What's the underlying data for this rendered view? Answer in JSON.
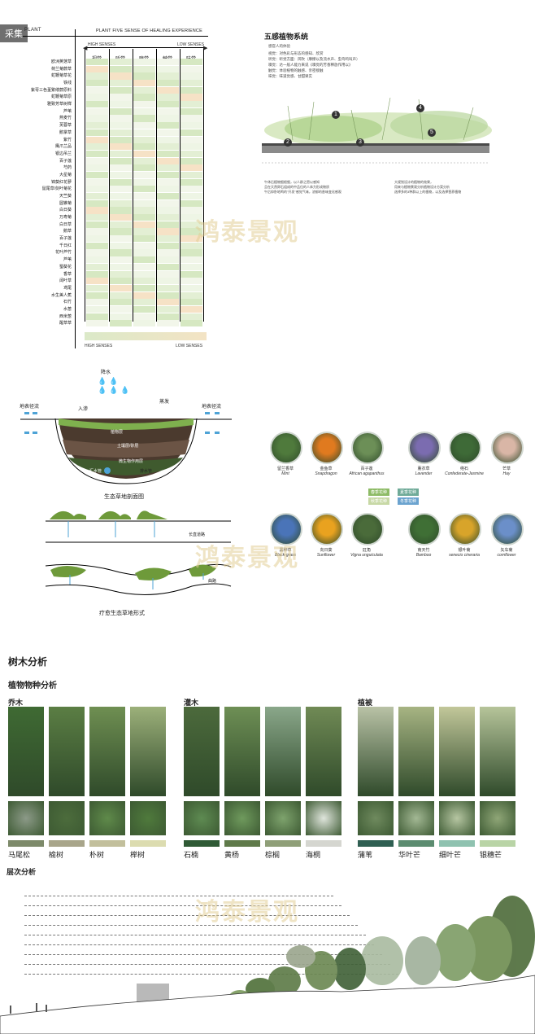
{
  "corner_tag": "采集",
  "matrix": {
    "plant_header": "PLANT",
    "title": "PLANT FIVE SENSE OF HEALING EXPERIENCE",
    "high_top": "HIGH SENSES",
    "low_top": "LOW SENSES",
    "high_bottom": "HIGH SENSES",
    "low_bottom": "LOW SENSES",
    "columns": [
      "视觉",
      "听觉",
      "嗅觉",
      "触觉",
      "味觉"
    ],
    "plants": [
      "欧洲荚蒾草",
      "荷兰菊蕨草",
      "蛇鞭菊草花",
      "铁线",
      "紫萼三色堇繁缕蕨原料",
      "蛇鞭菊草原",
      "雅致芳草树榉",
      "芦苇",
      "燕麦竹",
      "芙蓉草",
      "鹅掌草",
      "紫竹",
      "鹰爪兰品",
      "银边吊兰",
      "百子莲",
      "芍药",
      "大星菊",
      "锦葵红花蓼",
      "鼠尾草/剑叶菊花",
      "天竺葵",
      "圆锥菊",
      "白日葵",
      "万寿菊",
      "白日草",
      "鹅草",
      "百子莲",
      "千日红",
      "花叶芦竹",
      "芦苇",
      "蜀葵花",
      "香草",
      "阔叶草",
      "鸢尾",
      "水生美人蕉",
      "石竹",
      "水葱",
      "西米葱",
      "醒草草"
    ]
  },
  "sense_panel": {
    "title": "五感植物系统",
    "subtitle": "感官人的体验",
    "lines": [
      "视觉：对色彩与形态的感知、欣赏",
      "听觉：听觉方面：风吹（摩擦以及流水声、虫鸟鸣叫声）",
      "嗅觉：达一般人能力来说《嗅觉的芳香释放作用以》",
      "触觉：体验植物的触感、亲密接触",
      "味觉：味道觉感、甘甜果实"
    ],
    "callouts": [
      "1",
      "2",
      "3",
      "4",
      "5"
    ],
    "notes_left": [
      "午休后植物细根细，以人群之密以感知",
      "且在天然卵石组成的中品位的人体力形成物质",
      "午后仰卧地鸣的\"开发\"感觉气味，浓郁的香味变化感观"
    ],
    "notes_right": [
      "大规划设计的植物的效果，",
      "用来与植物景观分析植物设计方案分析",
      "选择多的3种群以上的植物，以及选择营养植物"
    ]
  },
  "swale": {
    "rain": "降水",
    "surface_left": "地表径流",
    "surface_right": "地表径流",
    "infiltration": "入渗",
    "evaporation": "蒸发",
    "layer1": "植物层",
    "layer2": "土壤层/砂层",
    "layer3": "微生物作用层",
    "drain": "汇水管",
    "drain_right": "排水管",
    "title": "生态草地剖面图",
    "road_label": "长直道路",
    "path_label": "曲路",
    "form_title": "疗愈生态草地形式"
  },
  "plants_circle": {
    "row1": [
      {
        "cn": "留兰香草",
        "en": "Mint",
        "color": "#4f7a3c"
      },
      {
        "cn": "金鱼草",
        "en": "Snapdragon",
        "color": "#e07a1f"
      },
      {
        "cn": "百子莲",
        "en": "African agapanthus",
        "color": "#6c8f57"
      },
      {
        "cn": "薰衣草",
        "en": "Lavender",
        "color": "#7b6cb0"
      },
      {
        "cn": "络石",
        "en": "Confederate-Jasmine",
        "color": "#3e6a37"
      },
      {
        "cn": "芒草",
        "en": "Hay",
        "color": "#d9b6a6"
      }
    ],
    "row2": [
      {
        "cn": "黑种草",
        "en": "Black-grass",
        "color": "#4a74b8"
      },
      {
        "cn": "向日葵",
        "en": "Sunflower",
        "color": "#e9a21f"
      },
      {
        "cn": "豇角",
        "en": "Vigna unguiculata",
        "color": "#4a6b3a"
      },
      {
        "cn": "南天竹",
        "en": "Bamboo",
        "color": "#3f6f35"
      },
      {
        "cn": "银叶菊",
        "en": "senecio cineraria",
        "color": "#d8a42a"
      },
      {
        "cn": "矢车菊",
        "en": "cornflower",
        "color": "#6b8fc9"
      }
    ],
    "legend": [
      "春季花种",
      "夏季花种",
      "秋季花种",
      "冬季花种"
    ]
  },
  "tree": {
    "section_title": "树木分析",
    "species_title": "植物物种分析",
    "groups": [
      {
        "title": "乔木",
        "names": [
          "马尾松",
          "榆树",
          "朴树",
          "榉树"
        ],
        "swatches": [
          "#7d8a6a",
          "#a8a58a",
          "#c2bf9c",
          "#dcdcb0"
        ]
      },
      {
        "title": "灌木",
        "names": [
          "石楠",
          "黄杨",
          "棕榈",
          "海桐"
        ],
        "swatches": [
          "#2f5a35",
          "#5f7a4a",
          "#8f9f78",
          "#d5d6d0"
        ]
      },
      {
        "title": "植被",
        "names": [
          "蒲苇",
          "华叶芒",
          "细叶芒",
          "银穗芒"
        ],
        "swatches": [
          "#2f5f52",
          "#5c8c70",
          "#8fc2b0",
          "#b9d4a6"
        ]
      }
    ],
    "layers_title": "层次分析"
  },
  "watermark": "鸿泰景观"
}
